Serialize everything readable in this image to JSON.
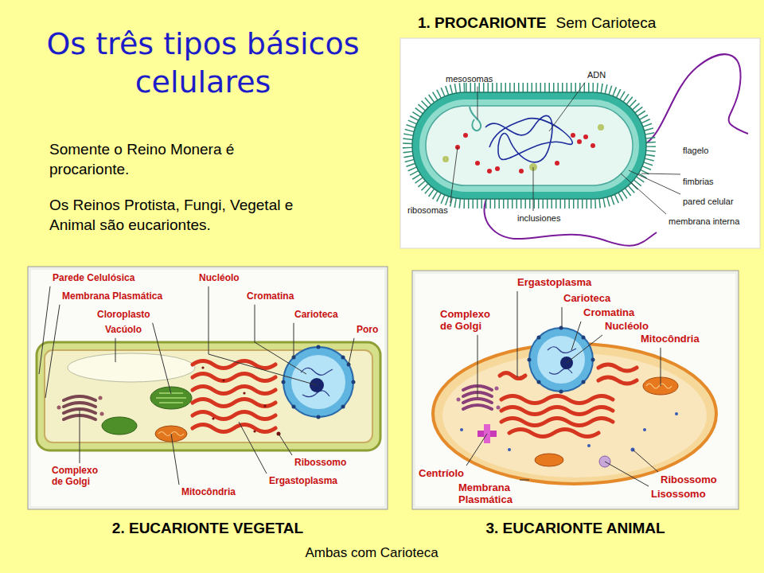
{
  "diagram": {
    "title": "Os três tipos básicos celulares",
    "caption": "Ambas com Carioteca",
    "nodes": [
      {
        "text": [
          "1. PROCARIONTE",
          "Sem Carioteca"
        ]
      },
      {
        "text": [
          "2. EUCARIONTE VEGETAL"
        ]
      },
      {
        "text": [
          "3. EUCARIONTE ANIMAL"
        ]
      }
    ],
    "labels": [
      "Somente o Reino Monera é procarionte.",
      "Os Reinos Protista, Fungi, Vegetal e Animal são eucariontes.",
      "mesosomas",
      "ADN",
      "flagelo",
      "fimbrias",
      "pared celular",
      "membrana interna",
      "inclusiones",
      "ribosomas",
      "Parede Celulósica",
      "Membrana Plasmática",
      "Cloroplasto",
      "Vacúolo",
      "Nucléolo",
      "Cromatina",
      "Carioteca",
      "Poro",
      "Ribossomo",
      "Ergastoplasma",
      "Mitocôndria",
      "Complexo de Golgi",
      "Ergastoplasma",
      "Carioteca",
      "Cromatina",
      "Nucléolo",
      "Mitocôndria",
      "Complexo de Golgi",
      "Centríolo",
      "Membrana Plasmática",
      "Ribossomo",
      "Lisossomo"
    ]
  }
}
